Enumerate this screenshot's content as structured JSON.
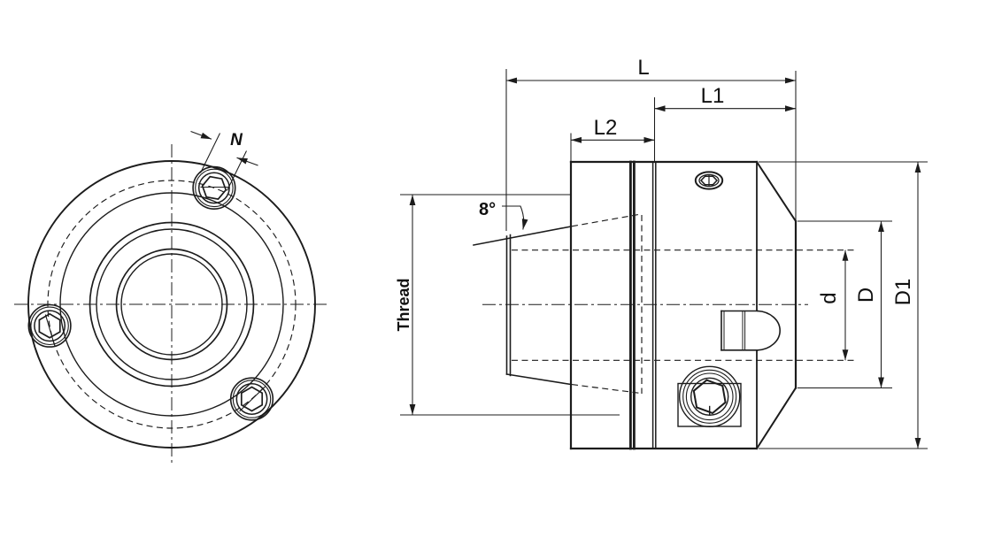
{
  "drawing": {
    "side_view": {
      "dimensions": {
        "overall_length": "L",
        "body_length": "L1",
        "flange_width": "L2",
        "mount_thread": "Thread",
        "taper_angle": "8°",
        "bore_diameter": "d",
        "nose_diameter": "D",
        "outer_diameter": "D1"
      }
    },
    "front_view": {
      "dimensions": {
        "clamp_screw_counterbore": "N"
      }
    },
    "colors": {
      "line": "#1c1c1c",
      "background": "#ffffff"
    }
  }
}
